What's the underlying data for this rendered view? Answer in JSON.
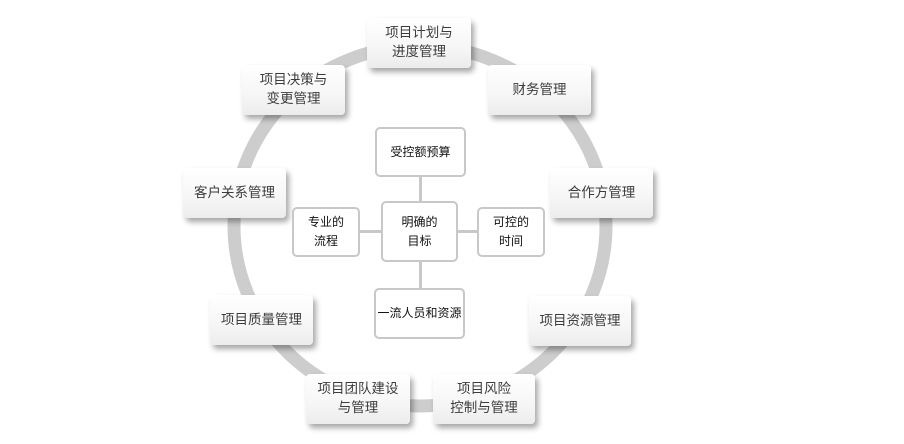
{
  "colors": {
    "ring": "#cdcdcd",
    "connector": "#c8c8c8",
    "outer_box_text": "#3c3c3c",
    "inner_box_text": "#111111"
  },
  "outer_nodes": {
    "plan_schedule": "项目计划与\n进度管理",
    "finance": "财务管理",
    "cooperation": "合作方管理",
    "resources": "项目资源管理",
    "risk": "项目风险\n控制与管理",
    "team": "项目团队建设\n与管理",
    "quality": "项目质量管理",
    "customer": "客户关系管理",
    "decision_change": "项目决策与\n变更管理"
  },
  "inner_nodes": {
    "center": "明确的\n目标",
    "top": "受控额预算",
    "left": "专业的\n流程",
    "right": "可控的\n时间",
    "bottom": "一流人员和资源"
  }
}
